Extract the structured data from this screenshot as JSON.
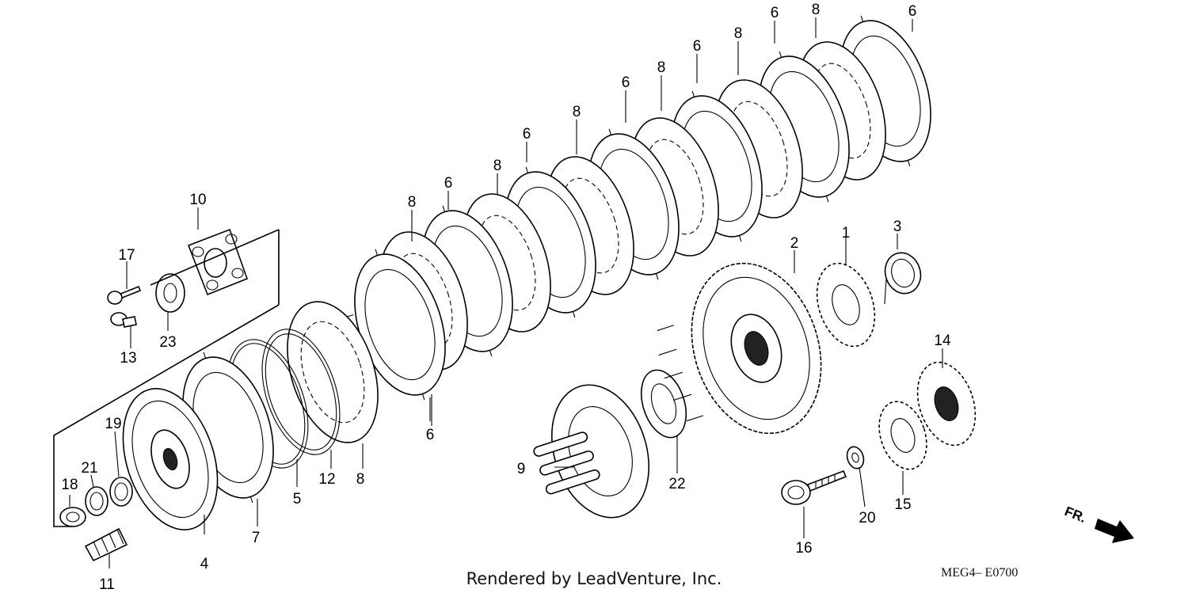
{
  "diagram": {
    "callouts": [
      "1",
      "2",
      "3",
      "4",
      "5",
      "6",
      "7",
      "8",
      "9",
      "10",
      "11",
      "12",
      "13",
      "14",
      "15",
      "16",
      "17",
      "18",
      "19",
      "20",
      "21",
      "22",
      "23"
    ],
    "credit": "Rendered by LeadVenture, Inc.",
    "drawing_code": "MEG4– E0700",
    "direction_label": "FR."
  }
}
